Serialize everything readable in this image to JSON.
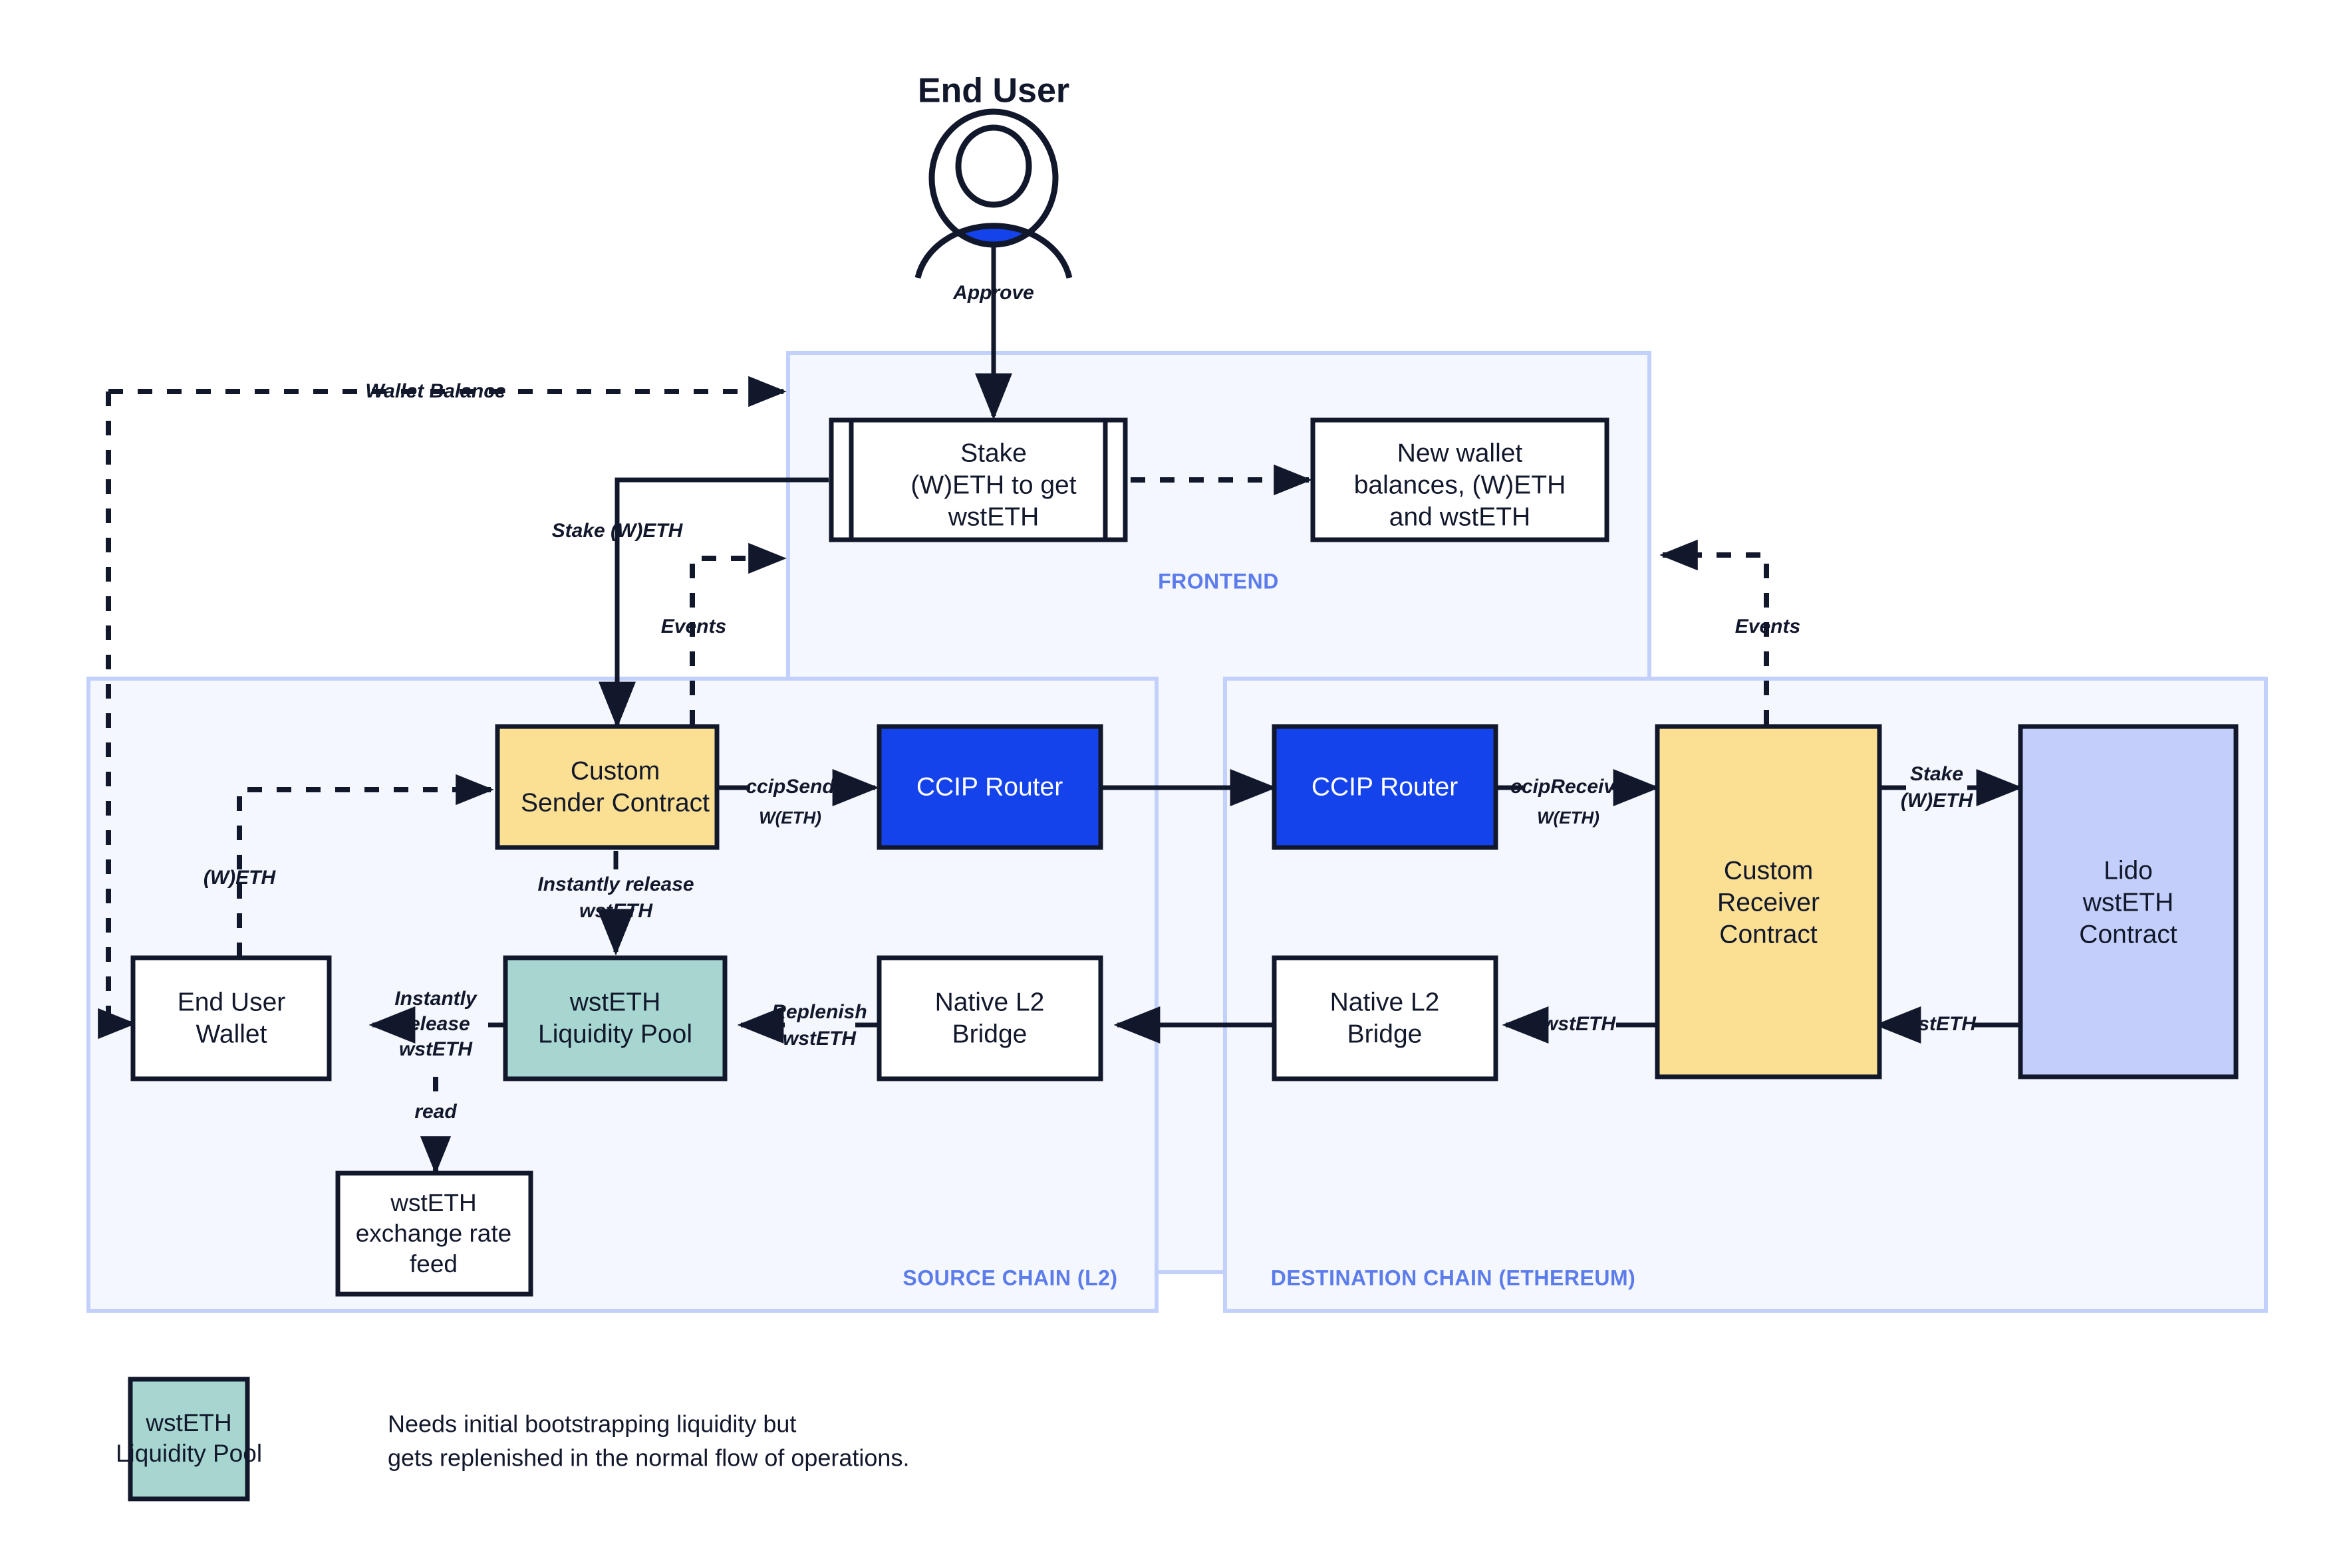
{
  "title": "End User",
  "avatar": {
    "icon": "user-avatar-icon",
    "accent": "#1543eb"
  },
  "zones": {
    "frontend": {
      "label": "FRONTEND"
    },
    "source": {
      "label": "SOURCE CHAIN (L2)"
    },
    "destination": {
      "label": "DESTINATION CHAIN (ETHEREUM)"
    }
  },
  "nodes": {
    "stake_ui": {
      "lines": [
        "Stake",
        "(W)ETH to get",
        "wstETH"
      ]
    },
    "new_balances": {
      "lines": [
        "New wallet",
        "balances, (W)ETH",
        "and wstETH"
      ]
    },
    "sender": {
      "lines": [
        "Custom",
        "Sender Contract"
      ]
    },
    "ccip_router_src": {
      "lines": [
        "CCIP Router"
      ]
    },
    "ccip_router_dst": {
      "lines": [
        "CCIP Router"
      ]
    },
    "receiver": {
      "lines": [
        "Custom",
        "Receiver",
        "Contract"
      ]
    },
    "lido": {
      "lines": [
        "Lido",
        "wstETH",
        "Contract"
      ]
    },
    "wallet": {
      "lines": [
        "End User",
        "Wallet"
      ]
    },
    "pool": {
      "lines": [
        "wstETH",
        "Liquidity Pool"
      ]
    },
    "bridge_src": {
      "lines": [
        "Native L2",
        "Bridge"
      ]
    },
    "bridge_dst": {
      "lines": [
        "Native L2",
        "Bridge"
      ]
    },
    "rate_feed": {
      "lines": [
        "wstETH",
        "exchange rate",
        "feed"
      ]
    }
  },
  "edges": {
    "approve": "Approve",
    "wallet_balance": "Wallet Balance",
    "stake_weth": "Stake (W)ETH",
    "events_left": "Events",
    "events_right": "Events",
    "weth": "(W)ETH",
    "ccip_send": "ccipSend",
    "ccip_send_sub": "W(ETH)",
    "ccip_receive": "ccipReceive",
    "ccip_receive_sub": "W(ETH)",
    "instantly_release_pool": [
      "Instantly release",
      "wstETH"
    ],
    "instantly_release_wallet": [
      "Instantly",
      "release",
      "wstETH"
    ],
    "replenish": [
      "Replenish",
      "wstETH"
    ],
    "read": "read",
    "stake_weth_dst": [
      "Stake",
      "(W)ETH"
    ],
    "wsteth_receiver_to_bridge": "wstETH",
    "wsteth_lido_to_receiver": "wstETH"
  },
  "legend": {
    "swatch_lines": [
      "wstETH",
      "Liquidity Pool"
    ],
    "note_lines": [
      "Needs initial bootstrapping liquidity but",
      "gets replenished in the normal flow of operations."
    ]
  },
  "colors": {
    "amber": "#fbdf93",
    "teal": "#a7d6d1",
    "blue": "#1543eb",
    "lavender": "#c3cffa",
    "zone_fill": "#f5f7fe",
    "zone_stroke": "#c2d1fb",
    "zone_label": "#5c7cec",
    "ink": "#12182b"
  }
}
